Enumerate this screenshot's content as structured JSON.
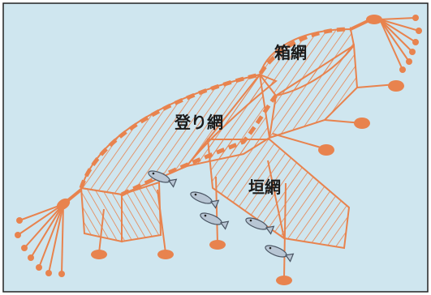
{
  "colors": {
    "background": "#cfe6ef",
    "border": "#222222",
    "net": "#e8834e",
    "fish_body": "#b8c6d4",
    "fish_outline": "#4a5563"
  },
  "labels": {
    "box_net": "箱網",
    "climbing_net": "登り網",
    "fence_net": "垣網"
  },
  "icons": {
    "fish": "fish-icon",
    "float": "float-icon",
    "anchor": "anchor-weight-icon"
  }
}
